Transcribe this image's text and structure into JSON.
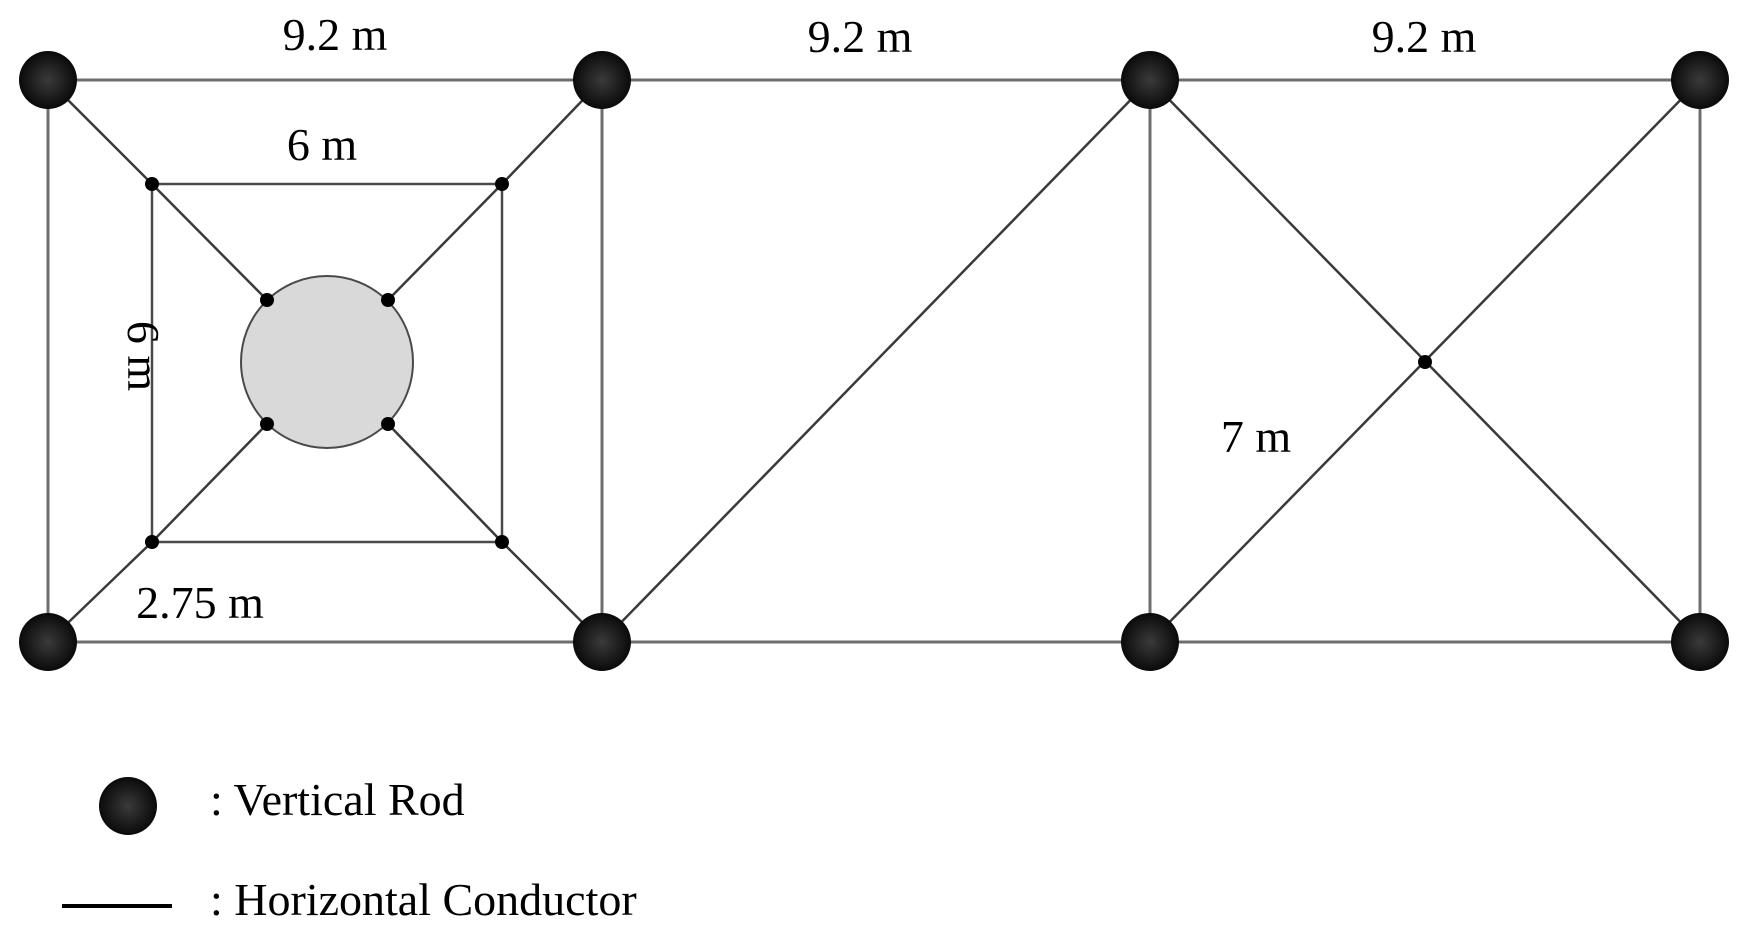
{
  "dimensions": {
    "top_span_1": "9.2 m",
    "top_span_2": "9.2 m",
    "top_span_3": "9.2 m",
    "inner_width": "6 m",
    "inner_height": "6 m",
    "offset": "2.75 m",
    "diagonal": "7 m"
  },
  "legend": {
    "rod_label": ": Vertical Rod",
    "conductor_label": ": Horizontal Conductor"
  },
  "colors": {
    "rod": "#141414",
    "conductor": "#6e6e6e",
    "tower_fill": "#d9d9d9",
    "background": "#ffffff"
  }
}
